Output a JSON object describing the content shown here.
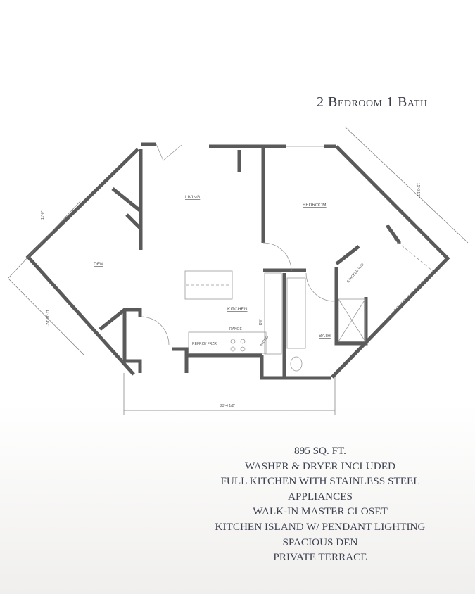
{
  "title": "2 Bedroom 1 Bath",
  "floorplan": {
    "rooms": {
      "living": "LIVING",
      "bedroom": "BEDROOM",
      "den": "DEN",
      "kitchen": "KITCHEN",
      "bath": "BATH"
    },
    "fixtures": {
      "range": "RANGE",
      "refrigerator": "REFRIG/ FRZR",
      "dishwasher": "DW",
      "microwave": "MICRO",
      "washer_dryer": "STACKED W/D"
    },
    "dimensions": {
      "den_upper": "11'-0\"",
      "den_lower": "11'-10 1/2\"",
      "bedroom": "15'-8 1/2\"",
      "overall_width": "23'-4 1/2\""
    },
    "wall_color": "#5a5a5a"
  },
  "features": [
    "895 SQ. FT.",
    "WASHER & DRYER INCLUDED",
    "FULL KITCHEN WITH STAINLESS STEEL",
    "APPLIANCES",
    "WALK-IN MASTER CLOSET",
    "KITCHEN ISLAND W/ PENDANT LIGHTING",
    "SPACIOUS DEN",
    "PRIVATE TERRACE"
  ]
}
